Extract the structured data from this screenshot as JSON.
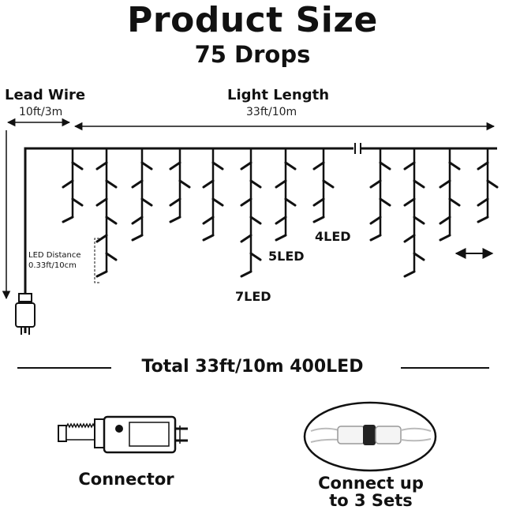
{
  "header": {
    "title": "Product Size",
    "subtitle": "75 Drops"
  },
  "lead_wire": {
    "label": "Lead Wire",
    "value": "10ft/3m"
  },
  "light_length": {
    "label": "Light Length",
    "value": "33ft/10m"
  },
  "led_distance": {
    "label": "LED Distance",
    "value": "0.33ft/10cm"
  },
  "drop_labels": {
    "seven": "7LED",
    "five": "5LED",
    "four": "4LED"
  },
  "total": "Total 33ft/10m 400LED",
  "connector": {
    "label": "Connector"
  },
  "connect_sets": {
    "line1": "Connect up",
    "line2": "to 3 Sets"
  }
}
